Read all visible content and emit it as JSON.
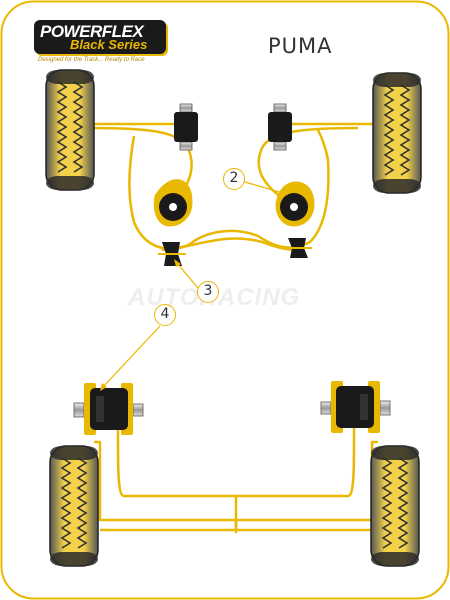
{
  "logo": {
    "brand": "POWERFLEX",
    "series": "Black Series",
    "tagline": "Designed for the Track... Ready to Race"
  },
  "model": "PUMA",
  "watermark": "AUTORACING",
  "callouts": [
    {
      "number": "2"
    },
    {
      "number": "3"
    },
    {
      "number": "4"
    }
  ],
  "colors": {
    "accent": "#e9b800",
    "bushing": "#1a1a1a",
    "tyre_highlight": "#f0cf3c"
  }
}
